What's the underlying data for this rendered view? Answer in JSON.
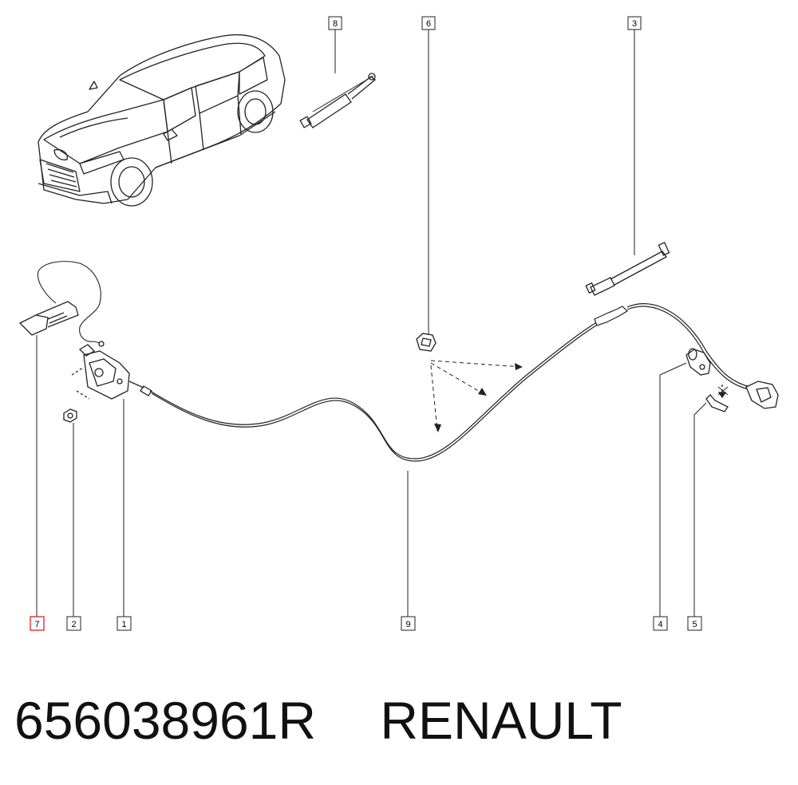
{
  "callouts": [
    {
      "id": "c1",
      "label": "1"
    },
    {
      "id": "c2",
      "label": "2"
    },
    {
      "id": "c3",
      "label": "3"
    },
    {
      "id": "c4",
      "label": "4"
    },
    {
      "id": "c5",
      "label": "5"
    },
    {
      "id": "c6",
      "label": "6"
    },
    {
      "id": "c7",
      "label": "7",
      "highlight": true
    },
    {
      "id": "c8",
      "label": "8"
    },
    {
      "id": "c9",
      "label": "9"
    }
  ],
  "footer": {
    "part_number": "656038961R",
    "brand": "RENAULT"
  },
  "colors": {
    "line": "#222222",
    "highlight": "#e02020",
    "background": "#ffffff"
  }
}
